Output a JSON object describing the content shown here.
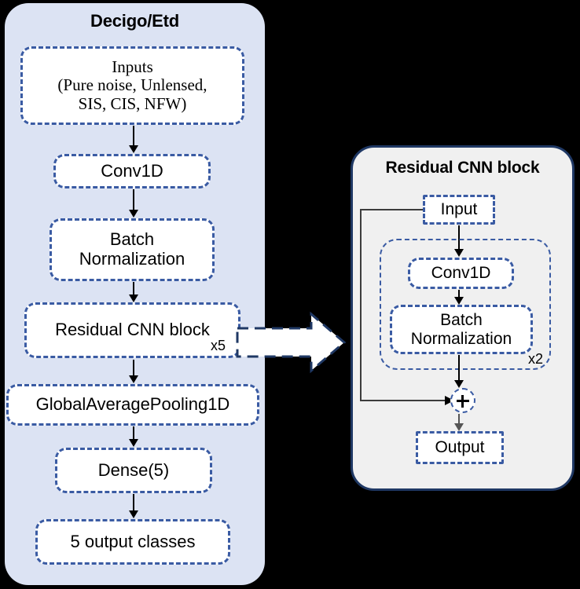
{
  "diagram": {
    "title_left": "Decigo/Etd",
    "title_right": "Residual CNN block",
    "left_panel": {
      "nodes": [
        {
          "id": "inputs",
          "label": "Inputs\n(Pure noise, Unlensed,\nSIS, CIS, NFW)",
          "line1": "Inputs",
          "line2": "(Pure noise, Unlensed,",
          "line3": "SIS, CIS, NFW)"
        },
        {
          "id": "conv1d",
          "label": "Conv1D"
        },
        {
          "id": "batch_normalization",
          "line1": "Batch",
          "line2": "Normalization"
        },
        {
          "id": "residual_cnn_block",
          "label": "Residual CNN block",
          "repeat": "x5"
        },
        {
          "id": "global_average_pooling_1d",
          "label": "GlobalAveragePooling1D"
        },
        {
          "id": "dense",
          "label": "Dense(5)"
        },
        {
          "id": "output_classes",
          "label": "5 output classes"
        }
      ]
    },
    "right_panel": {
      "nodes": [
        {
          "id": "input",
          "label": "Input"
        },
        {
          "id": "conv1d",
          "label": "Conv1D"
        },
        {
          "id": "batch_normalization",
          "line1": "Batch",
          "line2": "Normalization"
        },
        {
          "id": "output",
          "label": "Output"
        }
      ],
      "inner_group_repeat": "x2",
      "junction_symbol": "+"
    },
    "colors": {
      "background": "#000000",
      "left_panel_fill": "#dce3f3",
      "right_panel_fill": "#f0f0f0",
      "right_panel_border": "#1f3864",
      "node_border_dashed": "#3a5ba3",
      "node_fill": "#ffffff",
      "arrow": "#000000",
      "text": "#000000"
    }
  }
}
